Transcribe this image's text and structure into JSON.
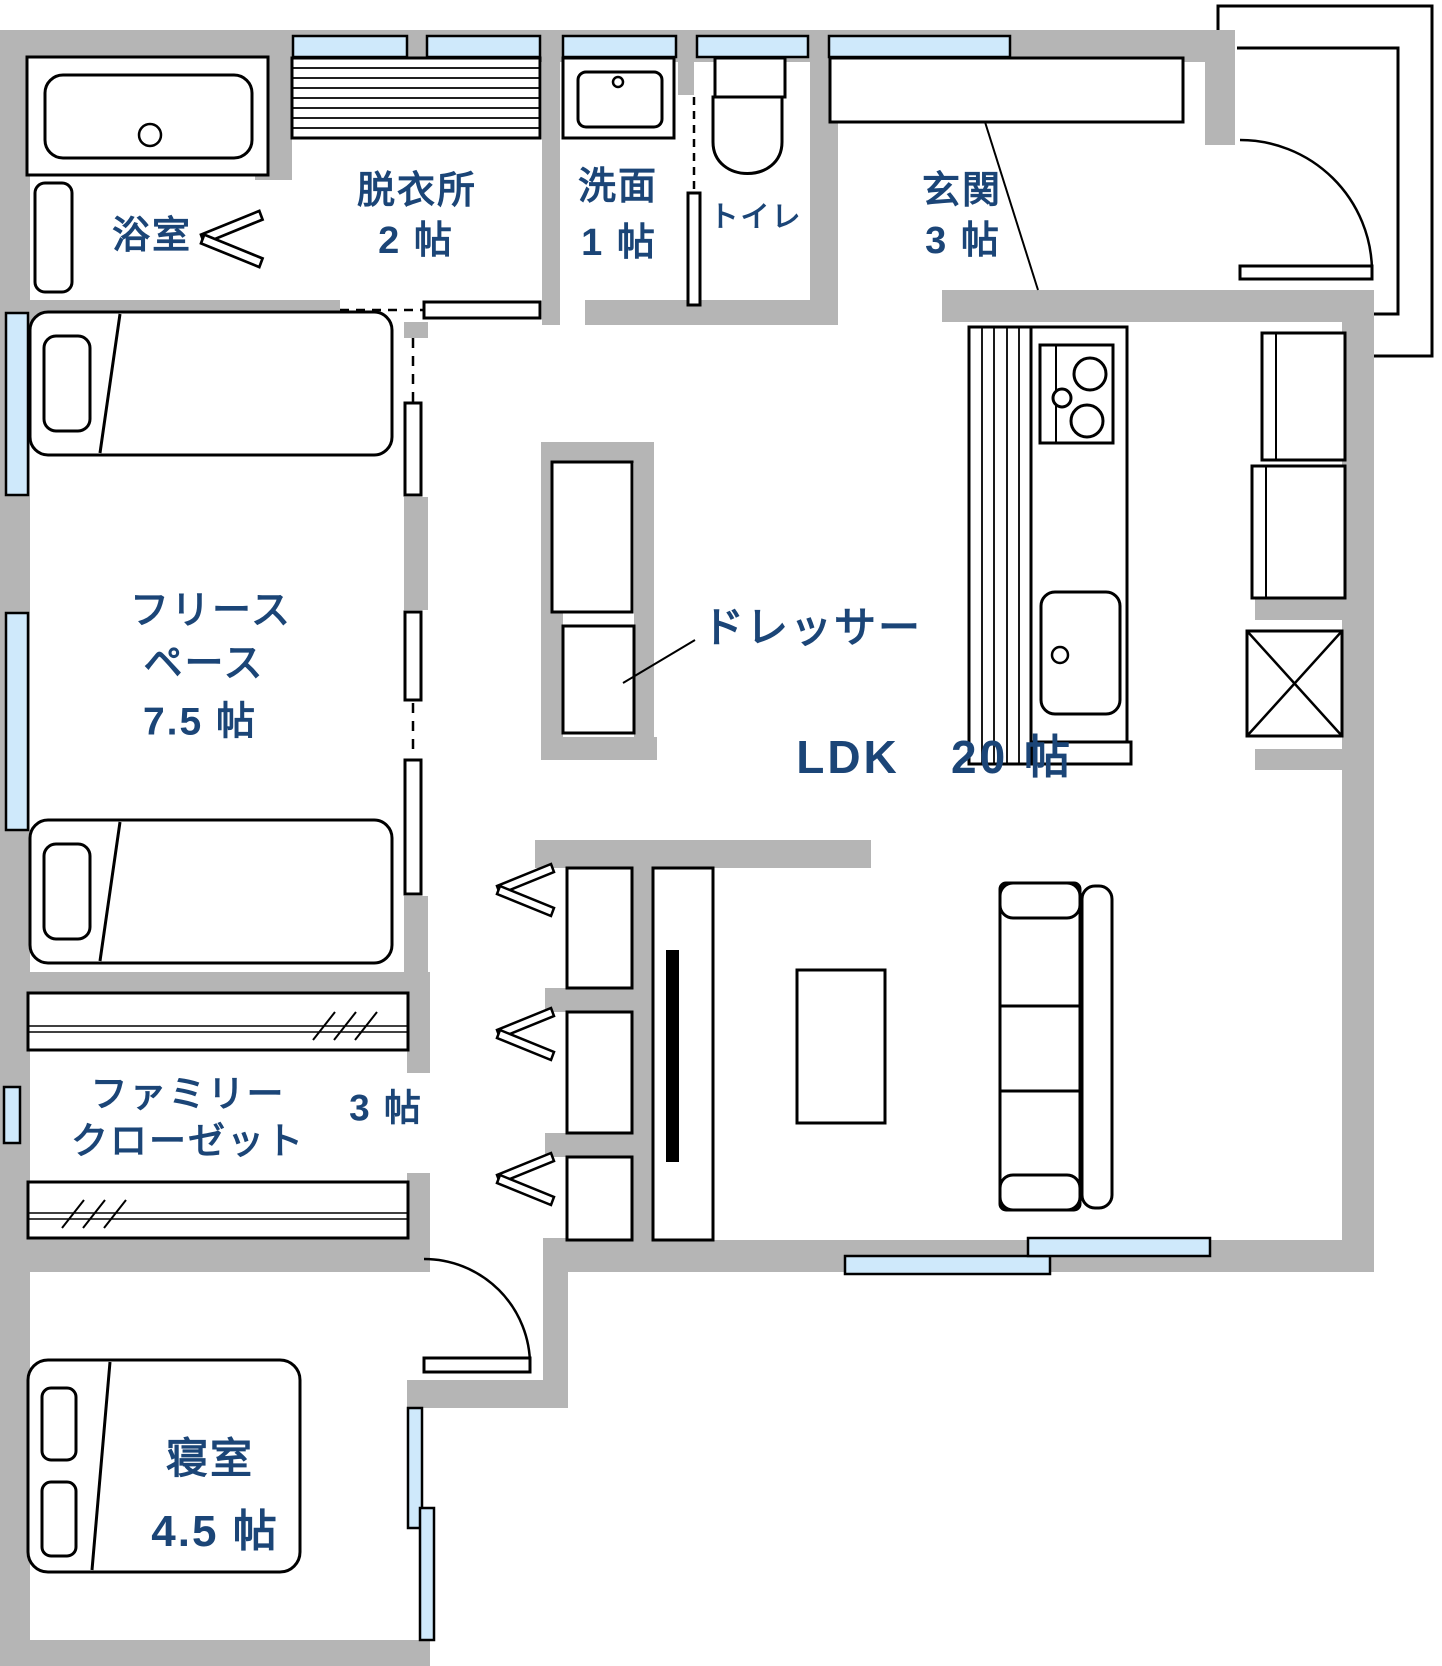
{
  "colors": {
    "wall": "#b5b5b5",
    "window": "#cfe9fb",
    "line": "#000000",
    "text": "#1b4577",
    "background": "#ffffff"
  },
  "labels": {
    "bathroom": "浴室",
    "dressing_room": "脱衣所",
    "dressing_size": "2 帖",
    "washroom": "洗面",
    "washroom_size": "1 帖",
    "toilet": "トイレ",
    "entrance": "玄関",
    "entrance_size": "3 帖",
    "free_space_line1": "フリース",
    "free_space_line2": "ペース",
    "free_space_size": "7.5 帖",
    "dresser": "ドレッサー",
    "ldk": "LDK",
    "ldk_size": "20 帖",
    "family_closet_line1": "ファミリー",
    "family_closet_line2": "クローゼット",
    "family_closet_size": "3 帖",
    "bedroom": "寝室",
    "bedroom_size": "4.5 帖"
  }
}
